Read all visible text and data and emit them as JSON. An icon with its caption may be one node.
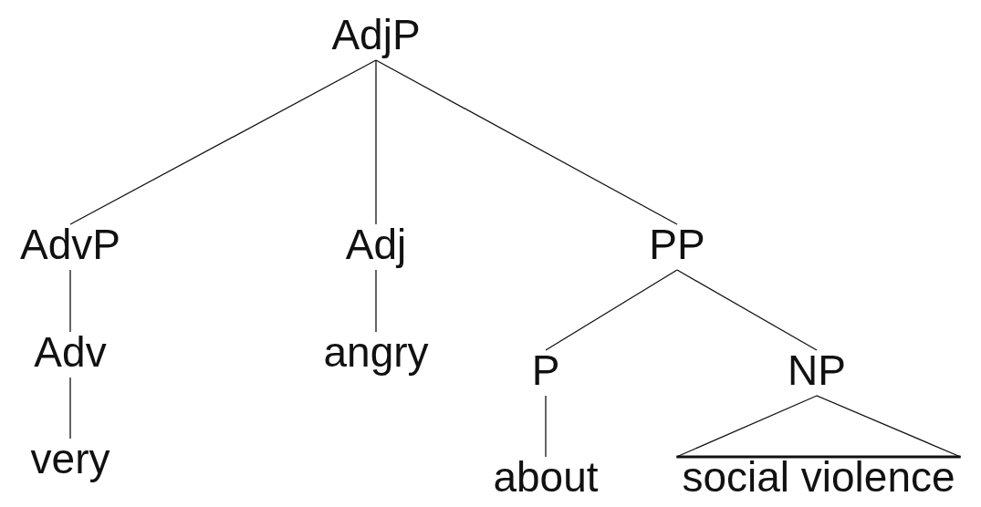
{
  "diagram": {
    "nodes": [
      {
        "text": [
          "AdjP"
        ]
      },
      {
        "text": [
          "AdvP"
        ]
      },
      {
        "text": [
          "Adj"
        ]
      },
      {
        "text": [
          "PP"
        ]
      },
      {
        "text": [
          "Adv"
        ]
      },
      {
        "text": [
          "very"
        ]
      },
      {
        "text": [
          "angry"
        ]
      },
      {
        "text": [
          "P"
        ]
      },
      {
        "text": [
          "NP"
        ]
      },
      {
        "text": [
          "about"
        ]
      },
      {
        "text": [
          "social violence"
        ]
      }
    ],
    "edges": [
      {
        "from": 0,
        "to": 1,
        "arrow": "none"
      },
      {
        "from": 0,
        "to": 2,
        "arrow": "none"
      },
      {
        "from": 0,
        "to": 3,
        "arrow": "none"
      },
      {
        "from": 1,
        "to": 4,
        "arrow": "none"
      },
      {
        "from": 4,
        "to": 5,
        "arrow": "none"
      },
      {
        "from": 2,
        "to": 6,
        "arrow": "none"
      },
      {
        "from": 3,
        "to": 7,
        "arrow": "none"
      },
      {
        "from": 3,
        "to": 8,
        "arrow": "none"
      },
      {
        "from": 7,
        "to": 9,
        "arrow": "none"
      },
      {
        "from": 8,
        "to": 10,
        "arrow": "none"
      }
    ]
  }
}
